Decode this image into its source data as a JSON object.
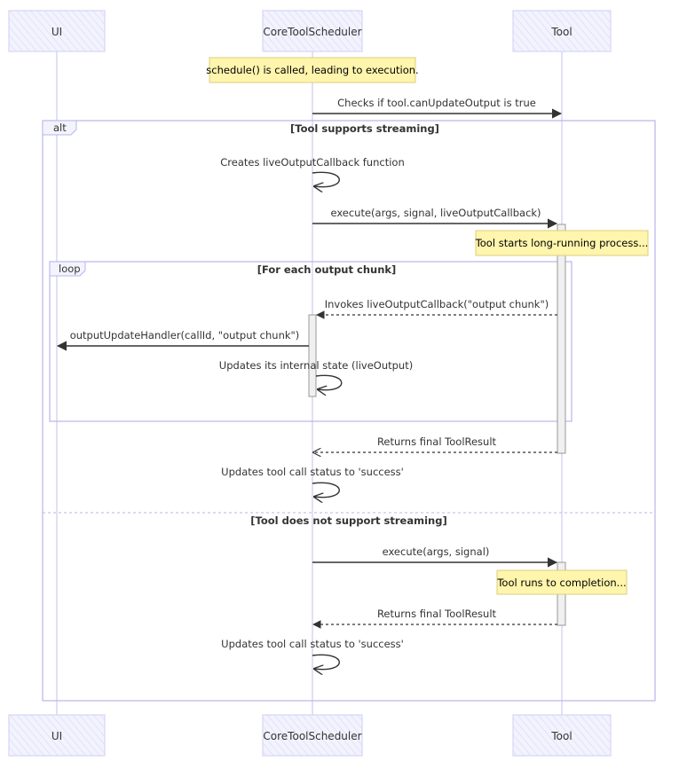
{
  "participants": {
    "ui": "UI",
    "scheduler": "CoreToolScheduler",
    "tool": "Tool"
  },
  "notes": {
    "schedule": "schedule() is called, leading to execution.",
    "long_running": "Tool starts long-running process...",
    "completion": "Tool runs to completion..."
  },
  "messages": {
    "check_update": "Checks if tool.canUpdateOutput is true",
    "create_callback": "Creates liveOutputCallback function",
    "execute_stream": "execute(args, signal, liveOutputCallback)",
    "invoke_callback": "Invokes liveOutputCallback(\"output chunk\")",
    "output_handler": "outputUpdateHandler(callId, \"output chunk\")",
    "update_state": "Updates its internal state (liveOutput)",
    "return_stream": "Returns final ToolResult",
    "success_stream": "Updates tool call status to 'success'",
    "execute_plain": "execute(args, signal)",
    "return_plain": "Returns final ToolResult",
    "success_plain": "Updates tool call status to 'success'"
  },
  "frames": {
    "alt_label": "alt",
    "alt_condition": "[Tool supports streaming]",
    "else_condition": "[Tool does not support streaming]",
    "loop_label": "loop",
    "loop_condition": "[For each output chunk]"
  },
  "colors": {
    "actor_fill": "#ECECFF",
    "actor_stroke": "#D5D5F5",
    "lifeline": "#CFCBF0",
    "note_fill": "#FFF5AD",
    "note_stroke": "#D9CF7E",
    "frame_stroke": "#B9B5EA",
    "arrow": "#333333"
  }
}
